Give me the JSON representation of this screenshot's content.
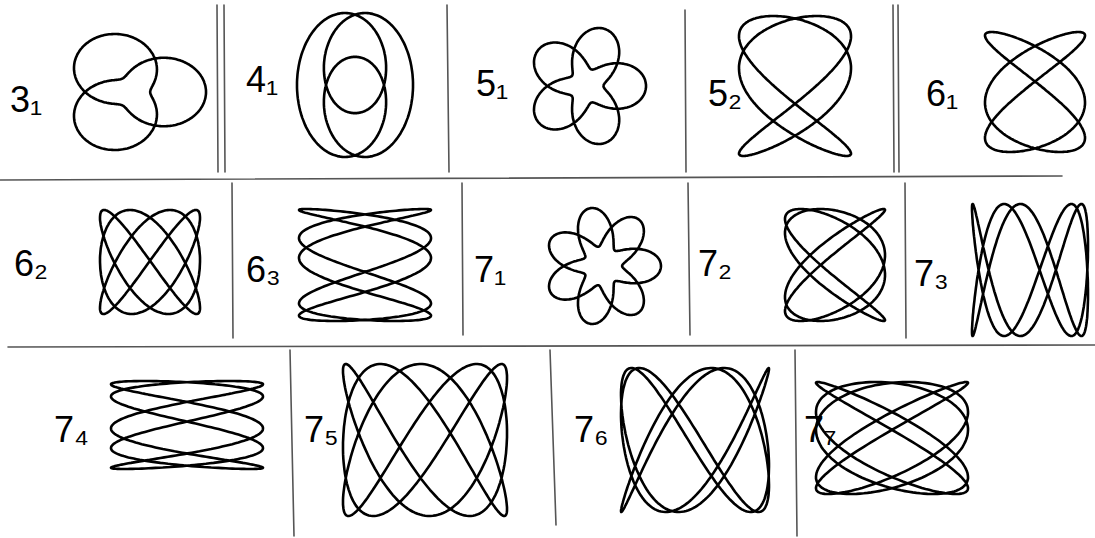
{
  "diagram": {
    "labels": [
      "3₁",
      "4₁",
      "5₁",
      "5₂",
      "6₁",
      "6₂",
      "6₃",
      "7₁",
      "7₂",
      "7₃",
      "7₄",
      "7₅",
      "7₆",
      "7₇"
    ]
  }
}
